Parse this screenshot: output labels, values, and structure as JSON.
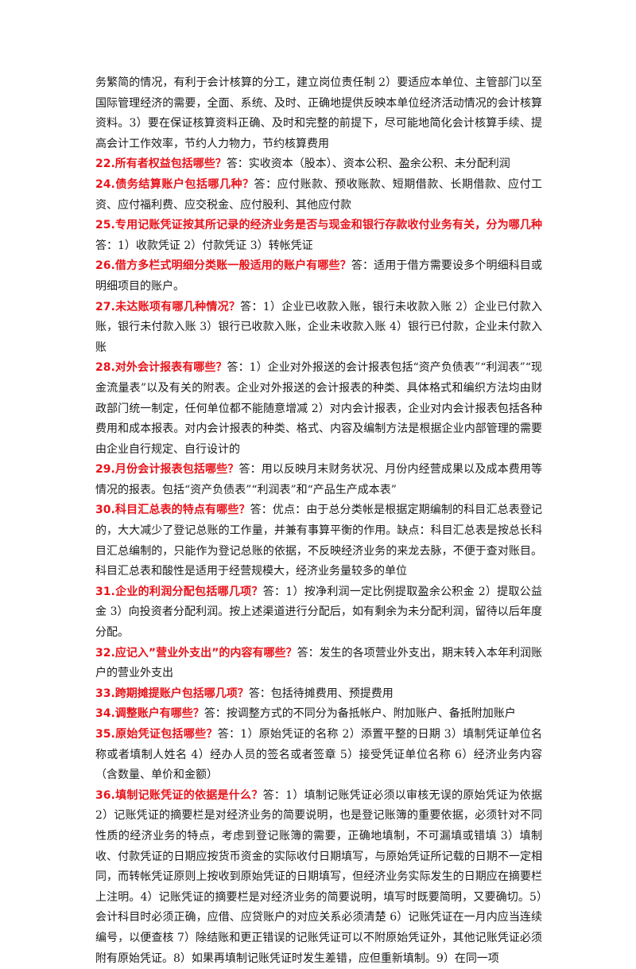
{
  "intro": "务繁简的情况，有利于会计核算的分工，建立岗位责任制 2）要适应本单位、主管部门以至国际管理经济的需要，全面、系统、及时、正确地提供反映本单位经济活动情况的会计核算资料。3）要在保证核算资料正确、及时和完整的前提下，尽可能地简化会计核算手续、提高会计工作效率，节约人力物力，节约核算费用",
  "items": [
    {
      "q": "22.所有者权益包括哪些？",
      "a": "答：实收资本（股本）、资本公积、盈余公积、未分配利润"
    },
    {
      "q": "24.债务结算账户包括哪几种？",
      "a": "答：应付账款、预收账款、短期借款、长期借款、应付工资、应付福利费、应交税金、应付股利、其他应付款"
    },
    {
      "q": "25.专用记账凭证按其所记录的经济业务是否与现金和银行存款收付业务有关，分为哪几种",
      "a": "答：1）收款凭证 2）付款凭证 3）转帐凭证"
    },
    {
      "q": "26.借方多栏式明细分类账一般适用的账户有哪些？",
      "a": "答：适用于借方需要设多个明细科目或明细项目的账户。"
    },
    {
      "q": "27.未达账项有哪几种情况？",
      "a": "答：1）企业已收款入账，银行未收款入账 2）企业已付款入账，银行未付款入账 3）银行已收款入账，企业未收款入账 4）银行已付款，企业未付款入账"
    },
    {
      "q": "28.对外会计报表有哪些？",
      "a": "答：1）企业对外报送的会计报表包括“资产负债表”“利润表”“现金流量表”以及有关的附表。企业对外报送的会计报表的种类、具体格式和编织方法均由财政部门统一制定，任何单位都不能随意增减 2）对内会计报表，企业对内会计报表包括各种费用和成本报表。对内会计报表的种类、格式、内容及编制方法是根据企业内部管理的需要由企业自行规定、自行设计的"
    },
    {
      "q": "29.月份会计报表包括哪些？",
      "a": "答：用以反映月末财务状况、月份内经营成果以及成本费用等情况的报表。包括“资产负债表”“利润表”和“产品生产成本表”"
    },
    {
      "q": "30.科目汇总表的特点有哪些？",
      "a": "答：优点：由于总分类帐是根据定期编制的科目汇总表登记的，大大减少了登记总账的工作量，并兼有事算平衡的作用。缺点：科目汇总表是按总长科目汇总编制的，只能作为登记总账的依据，不反映经济业务的来龙去脉，不便于查对账目。科目汇总表和酸性是适用于经营规模大，经济业务量较多的单位"
    },
    {
      "q": "31.企业的利润分配包括哪几项？",
      "a": "答：1）按净利润一定比例提取盈余公积金 2）提取公益金 3）向投资者分配利润。按上述渠道进行分配后，如有剩余为未分配利润，留待以后年度分配。"
    },
    {
      "q": "32.应记入”营业外支出”的内容有哪些？",
      "a": "答：发生的各项营业外支出，期末转入本年利润账户的营业外支出"
    },
    {
      "q": "33.跨期摊提账户包括哪几项？",
      "a": "答：包括待摊费用、预提费用"
    },
    {
      "q": "34.调整账户有哪些？",
      "a": "答：按调整方式的不同分为备抵帐户、附加账户、备抵附加账户"
    },
    {
      "q": "35.原始凭证包括哪些？",
      "a": "答：1）原始凭证的名称 2）添置平整的日期 3）填制凭证单位名称或者填制人姓名 4）经办人员的签名或者签章 5）接受凭证单位名称 6）经济业务内容（含数量、单价和金额）"
    },
    {
      "q": "36.填制记账凭证的依据是什么？",
      "a": "答：1）填制记账凭证必须以审核无误的原始凭证为依据 2）记账凭证的摘要栏是对经济业务的简要说明，也是登记账簿的重要依据，必须针对不同性质的经济业务的特点，考虑到登记账簿的需要，正确地填制，不可漏填或错填 3）填制收、付款凭证的日期应按货币资金的实际收付日期填写，与原始凭证所记载的日期不一定相同，而转帐凭证原则上按收到原始凭证的日期填写，但经济业务实际发生的日期应在摘要栏上注明。4）记账凭证的摘要栏是对经济业务的简要说明，填写时既要简明，又要确切。5）会计科目时必须正确，应借、应贷账户的对应关系必须清楚 6）记账凭证在一月内应当连续编号，以便查核 7）除结账和更正错误的记账凭证可以不附原始凭证外，其他记账凭证必须附有原始凭证。8）如果再填制记账凭证时发生差错，应但重新填制。9）在同一项"
    }
  ]
}
